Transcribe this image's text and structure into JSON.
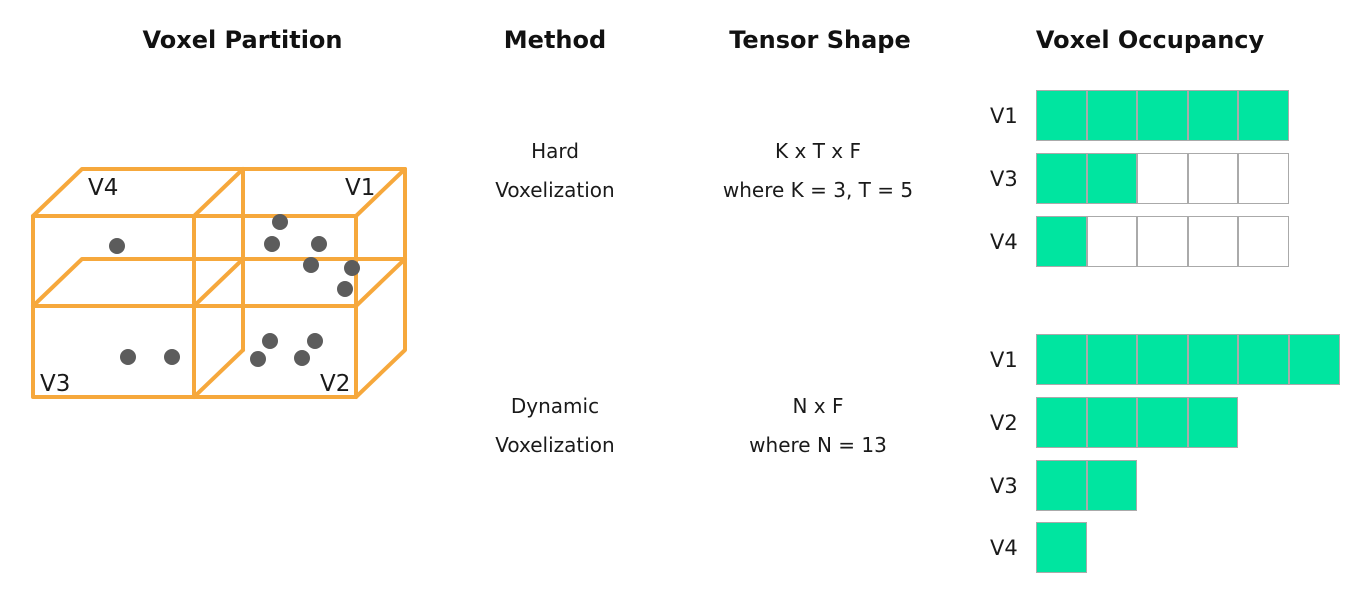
{
  "headers": {
    "partition": "Voxel Partition",
    "method": "Method",
    "shape": "Tensor Shape",
    "occupancy": "Voxel Occupancy"
  },
  "colors": {
    "frame": "#f6a83c",
    "point": "#5c5c5c",
    "filled": "#00e5a0",
    "cell_border": "#aaaaaa"
  },
  "partition": {
    "labels": {
      "v4": "V4",
      "v1": "V1",
      "v3": "V3",
      "v2": "V2"
    }
  },
  "rows": [
    {
      "method": [
        "Hard",
        "Voxelization"
      ],
      "shape": [
        "K x T x F",
        "where K = 3, T = 5"
      ]
    },
    {
      "method": [
        "Dynamic",
        "Voxelization"
      ],
      "shape": [
        "N x F",
        "where N = 13"
      ]
    }
  ],
  "occupancy": {
    "hard": [
      {
        "label": "V1",
        "filled": 5,
        "total": 5
      },
      {
        "label": "V3",
        "filled": 2,
        "total": 5
      },
      {
        "label": "V4",
        "filled": 1,
        "total": 5
      }
    ],
    "dynamic": [
      {
        "label": "V1",
        "filled": 6,
        "total": 6
      },
      {
        "label": "V2",
        "filled": 4,
        "total": 4
      },
      {
        "label": "V3",
        "filled": 2,
        "total": 2
      },
      {
        "label": "V4",
        "filled": 1,
        "total": 1
      }
    ]
  }
}
